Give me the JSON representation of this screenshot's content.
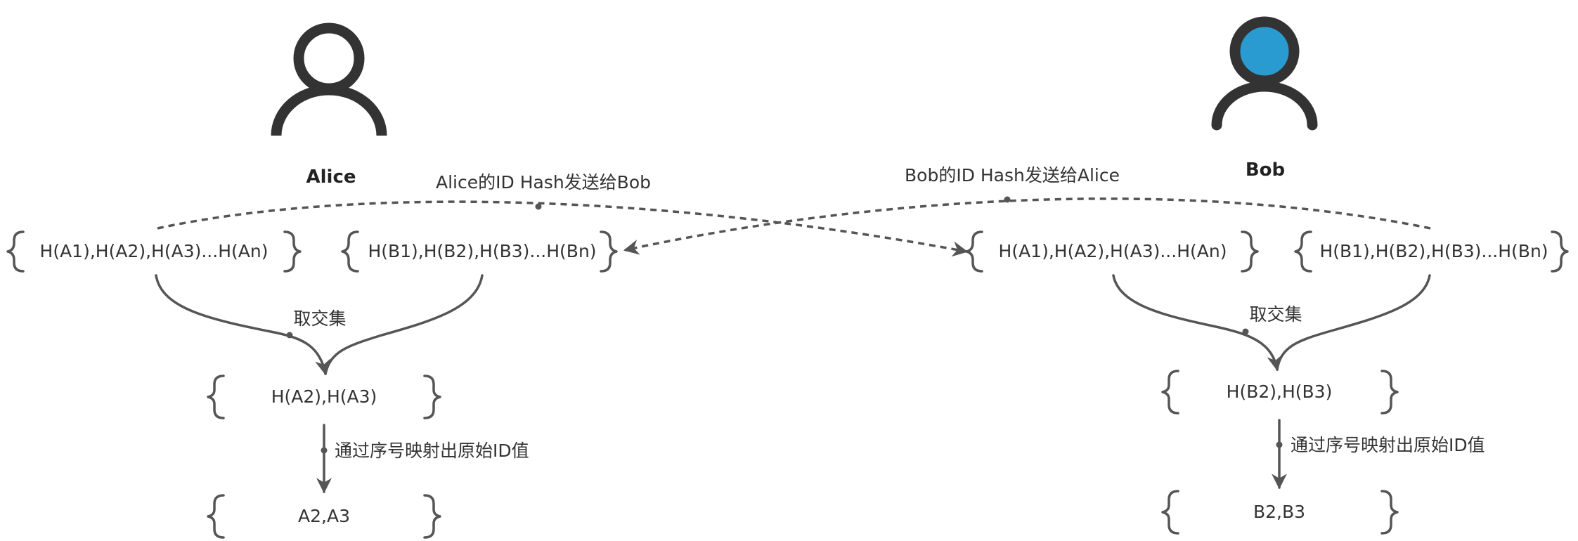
{
  "alice": {
    "name": "Alice",
    "own_hashes": "H(A1),H(A2),H(A3)...H(An)",
    "received_hashes": "H(B1),H(B2),H(B3)...H(Bn)",
    "intersect_label": "取交集",
    "intersection": "H(A2),H(A3)",
    "map_label": "通过序号映射出原始ID值",
    "result": "A2,A3",
    "send_label": "Alice的ID Hash发送给Bob",
    "avatar_color": "#ffffff"
  },
  "bob": {
    "name": "Bob",
    "received_hashes": "H(A1),H(A2),H(A3)...H(An)",
    "own_hashes": "H(B1),H(B2),H(B3)...H(Bn)",
    "intersect_label": "取交集",
    "intersection": "H(B2),H(B3)",
    "map_label": "通过序号映射出原始ID值",
    "result": "B2,B3",
    "send_label": "Bob的ID Hash发送给Alice",
    "avatar_color": "#2a9bd1"
  },
  "colors": {
    "line": "#555555",
    "text": "#333333",
    "avatar_outline": "#333333"
  }
}
